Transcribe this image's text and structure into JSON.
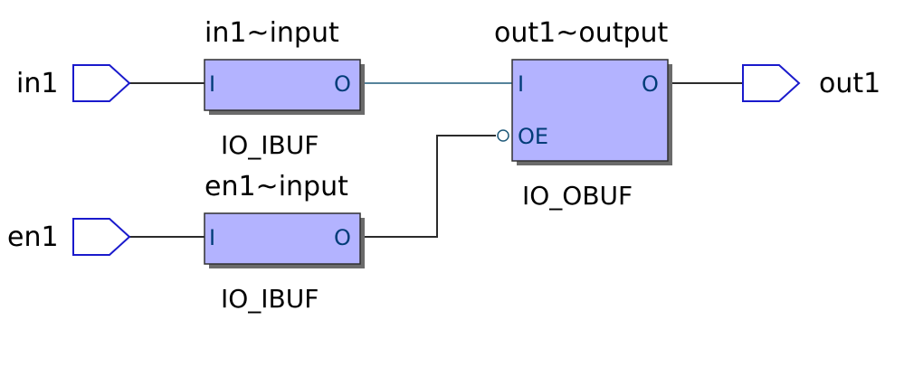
{
  "colors": {
    "block_fill": "#b3b3ff",
    "block_border": "#303030",
    "block_shadow": "#6b6b6b",
    "port_outline": "#1a1acc",
    "wire_dark": "#2b2b2b",
    "wire_blue": "#1f5a7a"
  },
  "pins": {
    "in1": "in1",
    "en1": "en1",
    "out1": "out1"
  },
  "blocks": {
    "in1_input": {
      "title": "in1~input",
      "type": "IO_IBUF",
      "port_i": "I",
      "port_o": "O"
    },
    "en1_input": {
      "title": "en1~input",
      "type": "IO_IBUF",
      "port_i": "I",
      "port_o": "O"
    },
    "out1_output": {
      "title": "out1~output",
      "type": "IO_OBUF",
      "port_i": "I",
      "port_oe": "OE",
      "port_o": "O"
    }
  }
}
